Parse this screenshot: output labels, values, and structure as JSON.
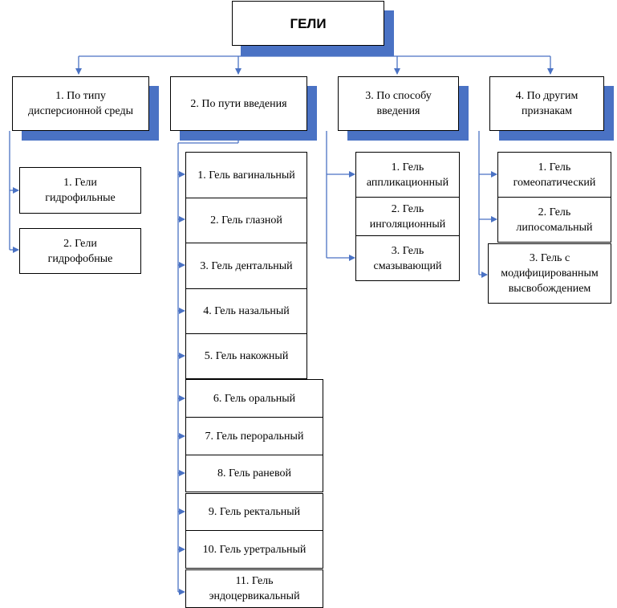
{
  "title": "ГЕЛИ",
  "categories": [
    {
      "label": "1. По типу\nдисперсионной среды",
      "items": [
        "1. Гели\nгидрофильные",
        "2. Гели\nгидрофобные"
      ]
    },
    {
      "label": "2. По пути введения",
      "items": [
        "1. Гель вагинальный",
        "2. Гель глазной",
        "3. Гель дентальный",
        "4. Гель назальный",
        "5. Гель накожный",
        "6. Гель оральный",
        "7. Гель пероральный",
        "8. Гель раневой",
        "9. Гель ректальный",
        "10. Гель уретральный",
        "11. Гель\nэндоцервикальный"
      ]
    },
    {
      "label": "3. По способу\nвведения",
      "items": [
        "1. Гель\nаппликационный",
        "2. Гель\nинголяционный",
        "3. Гель\nсмазывающий"
      ]
    },
    {
      "label": "4. По другим\nпризнакам",
      "items": [
        "1. Гель\nгомеопатический",
        "2. Гель\nлипосомальный",
        "3. Гель с\nмодифицированным\nвысвобождением"
      ]
    }
  ],
  "colors": {
    "shadow": "#4a72c4",
    "connector": "#4a72c4",
    "border": "#000000"
  }
}
